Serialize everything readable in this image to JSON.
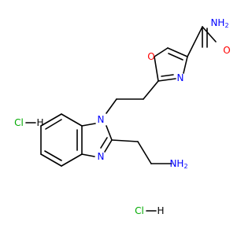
{
  "atom_labels": {
    "amide_nh2": "NH",
    "amide_nh2_sub": "2",
    "carbonyl_o": "O",
    "oxazole_o": "O",
    "oxazole_n": "N",
    "benz_n1": "N",
    "benz_n3": "N",
    "amine_nh2": "NH",
    "amine_nh2_sub": "2",
    "salt1": "Cl",
    "salt1_h": "H",
    "salt2": "Cl",
    "salt2_h": "H"
  },
  "colors": {
    "oxygen": "#ff0000",
    "nitrogen": "#0000ff",
    "chlorine": "#00aa00",
    "bond": "#000000"
  }
}
